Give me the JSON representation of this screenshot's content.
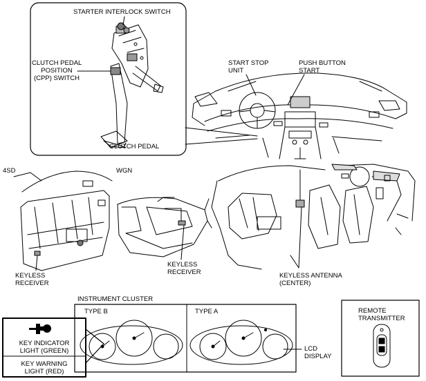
{
  "labels": {
    "starter_interlock_switch": "STARTER INTERLOCK SWITCH",
    "cpp_switch_line1": "CLUTCH PEDAL",
    "cpp_switch_line2": "POSITION",
    "cpp_switch_line3": "(CPP) SWITCH",
    "clutch_pedal": "CLUTCH PEDAL",
    "start_stop_unit_line1": "START STOP",
    "start_stop_unit_line2": "UNIT",
    "push_button_start_line1": "PUSH BUTTON",
    "push_button_start_line2": "START",
    "variant_4sd": "4SD",
    "variant_wgn": "WGN",
    "keyless_receiver_4sd_line1": "KEYLESS",
    "keyless_receiver_4sd_line2": "RECEIVER",
    "keyless_receiver_wgn_line1": "KEYLESS",
    "keyless_receiver_wgn_line2": "RECEIVER",
    "keyless_antenna_line1": "KEYLESS ANTENNA",
    "keyless_antenna_line2": "(CENTER)",
    "instrument_cluster": "INSTRUMENT CLUSTER",
    "type_b": "TYPE B",
    "type_a": "TYPE A",
    "lcd_display_line1": "LCD",
    "lcd_display_line2": "DISPLAY",
    "key_indicator_line1": "KEY INDICATOR",
    "key_indicator_line2": "LIGHT (GREEN)",
    "key_warning_line1": "KEY WARNING",
    "key_warning_line2": "LIGHT (RED)",
    "remote_transmitter_line1": "REMOTE",
    "remote_transmitter_line2": "TRANSMITTER"
  },
  "icons": {
    "key_indicator": "key-icon",
    "remote": "remote-transmitter-icon"
  }
}
